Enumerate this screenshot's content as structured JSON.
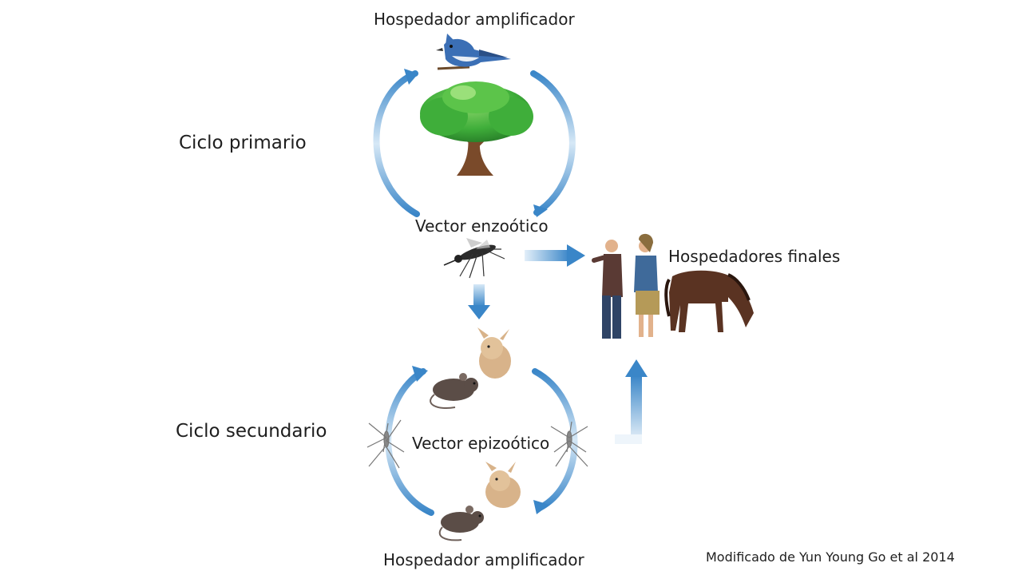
{
  "labels": {
    "top_host": "Hospedador amplificador",
    "primary_cycle": "Ciclo primario",
    "enzootic_vector": "Vector enzoótico",
    "final_hosts": "Hospedadores finales",
    "secondary_cycle": "Ciclo secundario",
    "epizootic_vector": "Vector epizoótico",
    "bottom_host": "Hospedador amplificador",
    "credit": "Modificado de Yun Young Go et al 2014"
  },
  "colors": {
    "arrow_dark": "#3a86c8",
    "arrow_light": "#cfe4f5",
    "tree_canopy": "#3fae3a",
    "tree_trunk": "#7a4a2a",
    "bird_blue": "#3b6fb5",
    "horse": "#5a3322",
    "rodent": "#5b4d47",
    "rabbit": "#d8b38a"
  },
  "icons": [
    "blue-jay-icon",
    "tree-icon",
    "mosquito-icon",
    "people-icon",
    "horse-icon",
    "rodent-icon",
    "rabbit-icon"
  ]
}
